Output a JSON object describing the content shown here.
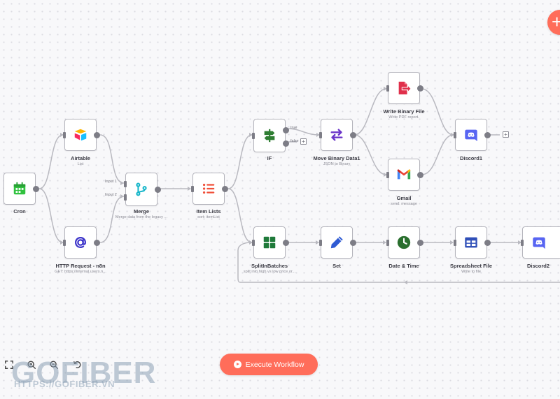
{
  "colors": {
    "accent": "#ff6d5a",
    "edge": "#b9b9c0",
    "port": "#7d7d86"
  },
  "nodes": {
    "cron": {
      "label": "Cron",
      "sub": "",
      "icon": "calendar-icon"
    },
    "airtable": {
      "label": "Airtable",
      "sub": "List",
      "icon": "airtable-icon"
    },
    "http": {
      "label": "HTTP Request - n8n",
      "sub": "GET: https://internal.users.n...",
      "icon": "at-sign-icon"
    },
    "merge": {
      "label": "Merge",
      "sub": "Merge data from the legacy ...",
      "icon": "merge-icon",
      "input1": "Input 1",
      "input2": "Input 2"
    },
    "itemlists": {
      "label": "Item Lists",
      "sub": "sort: itemList",
      "icon": "list-icon"
    },
    "if": {
      "label": "IF",
      "sub": "",
      "icon": "signpost-icon",
      "true_label": "true",
      "false_label": "false"
    },
    "movebinary": {
      "label": "Move Binary Data1",
      "sub": "JSON to Binary",
      "icon": "swap-arrows-icon"
    },
    "writebinary": {
      "label": "Write Binary File",
      "sub": "Write PDF report.",
      "icon": "file-export-icon"
    },
    "gmail": {
      "label": "Gmail",
      "sub": "send: message",
      "icon": "gmail-icon"
    },
    "discord1": {
      "label": "Discord1",
      "sub": "",
      "icon": "discord-icon"
    },
    "splitin": {
      "label": "SplitInBatches",
      "sub": "split into high vs low price or...",
      "icon": "grid-icon"
    },
    "set": {
      "label": "Set",
      "sub": "",
      "icon": "pen-icon"
    },
    "datetime": {
      "label": "Date & Time",
      "sub": "",
      "icon": "clock-icon"
    },
    "spreadsheet": {
      "label": "Spreadsheet File",
      "sub": "Write to file",
      "icon": "table-icon"
    },
    "discord2": {
      "label": "Discord2",
      "sub": "",
      "icon": "discord-icon"
    }
  },
  "toolbar": {
    "execute_label": "Execute Workflow",
    "add_label": "+",
    "zoom_fit_icon": "fullscreen-icon",
    "zoom_in_icon": "zoom-in-icon",
    "zoom_out_icon": "zoom-out-icon",
    "reset_icon": "undo-icon"
  },
  "watermark": {
    "brand": "GOFIBER",
    "url": "HTTPS://GOFIBER.VN"
  }
}
